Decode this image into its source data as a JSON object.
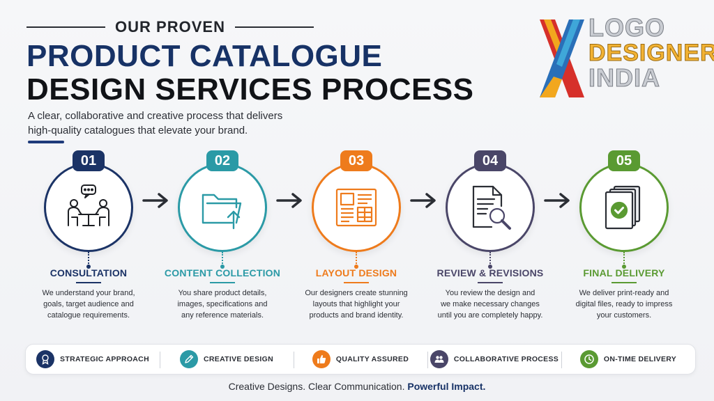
{
  "header": {
    "kicker": "OUR PROVEN",
    "title_line1": "PRODUCT CATALOGUE",
    "title_line2": "DESIGN SERVICES PROCESS",
    "subtitle_line1": "A clear, collaborative and creative process that delivers",
    "subtitle_line2": "high-quality catalogues that elevate your brand."
  },
  "logo": {
    "line1": "LOGO",
    "line2": "DESIGNER",
    "line3": "INDIA"
  },
  "steps": [
    {
      "number": "01",
      "title": "CONSULTATION",
      "desc_line1": "We understand your brand,",
      "desc_line2": "goals, target audience and",
      "desc_line3": "catalogue requirements.",
      "icon": "meeting-icon",
      "color": "#1b3366"
    },
    {
      "number": "02",
      "title": "CONTENT COLLECTION",
      "desc_line1": "You share product details,",
      "desc_line2": "images, specifications and",
      "desc_line3": "any reference materials.",
      "icon": "folder-upload-icon",
      "color": "#2b9aa6"
    },
    {
      "number": "03",
      "title": "LAYOUT DESIGN",
      "desc_line1": "Our designers create stunning",
      "desc_line2": "layouts that highlight your",
      "desc_line3": "products and brand identity.",
      "icon": "layout-icon",
      "color": "#ee7b1c"
    },
    {
      "number": "04",
      "title": "REVIEW & REVISIONS",
      "desc_line1": "You review the design and",
      "desc_line2": "we make necessary changes",
      "desc_line3": "until you are completely happy.",
      "icon": "document-search-icon",
      "color": "#4a4668"
    },
    {
      "number": "05",
      "title": "FINAL DELIVERY",
      "desc_line1": "We deliver print-ready and",
      "desc_line2": "digital files, ready to impress",
      "desc_line3": "your customers.",
      "icon": "catalogue-check-icon",
      "color": "#5a9a32"
    }
  ],
  "features": [
    {
      "label": "STRATEGIC APPROACH",
      "icon": "award-icon",
      "color": "#1b3366"
    },
    {
      "label": "CREATIVE DESIGN",
      "icon": "pen-icon",
      "color": "#2b9aa6"
    },
    {
      "label": "QUALITY ASSURED",
      "icon": "thumbs-up-icon",
      "color": "#ee7b1c"
    },
    {
      "label": "COLLABORATIVE PROCESS",
      "icon": "team-icon",
      "color": "#4a4668"
    },
    {
      "label": "ON-TIME DELIVERY",
      "icon": "clock-icon",
      "color": "#5a9a32"
    }
  ],
  "tagline": {
    "part1": "Creative Designs. Clear Communication. ",
    "part2": "Powerful Impact."
  }
}
